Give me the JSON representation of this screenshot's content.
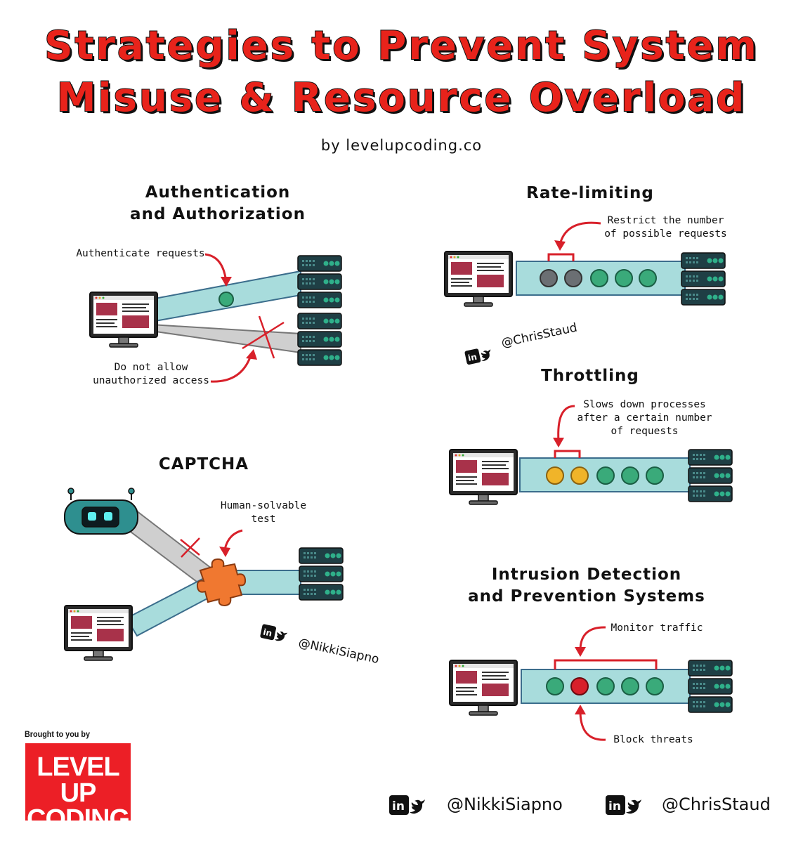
{
  "header": {
    "title_line1": "Strategies to Prevent System",
    "title_line2": "Misuse & Resource Overload",
    "byline": "by levelupcoding.co"
  },
  "sections": {
    "auth": {
      "title_line1": "Authentication",
      "title_line2": "and Authorization",
      "note_authenticate": "Authenticate requests",
      "note_deny_line1": "Do not allow",
      "note_deny_line2": "unauthorized access"
    },
    "captcha": {
      "title": "CAPTCHA",
      "note_line1": "Human-solvable",
      "note_line2": "test",
      "handle": "@NikkiSiapno"
    },
    "rate": {
      "title": "Rate-limiting",
      "note_line1": "Restrict the number",
      "note_line2": "of possible requests",
      "handle": "@ChrisStaud"
    },
    "throttle": {
      "title": "Throttling",
      "note_line1": "Slows down processes",
      "note_line2": "after a certain number",
      "note_line3": "of requests"
    },
    "ids": {
      "title_line1": "Intrusion Detection",
      "title_line2": "and Prevention Systems",
      "note_monitor": "Monitor traffic",
      "note_block": "Block threats"
    }
  },
  "footer": {
    "brought": "Brought to you by",
    "brand_line1": "LEVEL UP",
    "brand_line2": "CODING",
    "handle1": "@NikkiSiapno",
    "handle2": "@ChrisStaud"
  },
  "colors": {
    "accent_red": "#e8231b",
    "pipe_blue": "#a8dcdc",
    "pipe_border": "#3b6d8c",
    "server": "#1f3f45",
    "request_green": "#3aaa7a",
    "request_gray": "#6b6f73",
    "request_yellow": "#f0b429",
    "threat_red": "#d8202a",
    "puzzle_orange": "#f07830",
    "screen_maroon": "#a8324a"
  },
  "icons": [
    "linkedin-icon",
    "twitter-icon",
    "monitor-icon",
    "server-icon",
    "robot-icon",
    "puzzle-icon"
  ]
}
